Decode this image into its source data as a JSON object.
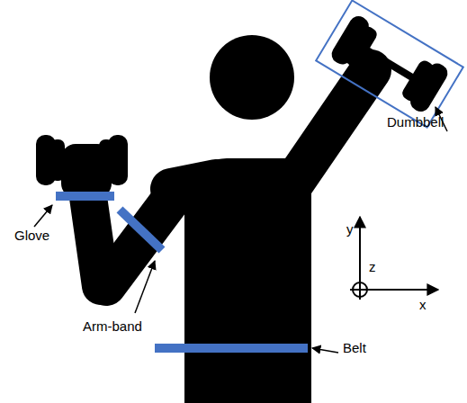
{
  "diagram": {
    "labels": [
      "Dumbbell",
      "y",
      "Glove",
      "z",
      "x",
      "Arm-band",
      "Belt"
    ]
  }
}
